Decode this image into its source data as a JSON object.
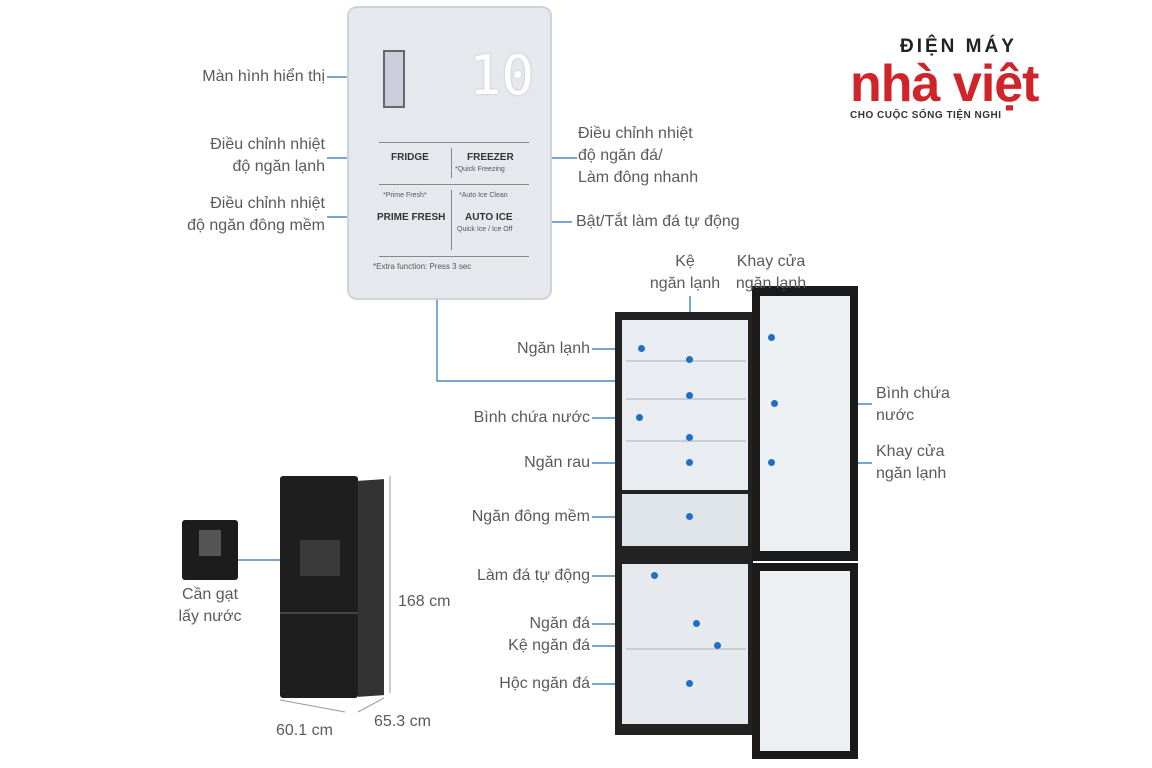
{
  "logo": {
    "top": "ĐIỆN MÁY",
    "main": "nhà việt",
    "sub": "CHO CUỘC SỐNG TIỆN NGHI"
  },
  "panel": {
    "display_digits": "10",
    "fridge": "FRIDGE",
    "freezer": "FREEZER",
    "quick_freezing": "*Quick Freezing",
    "prime_fresh_sub": "*Prime Fresh*",
    "prime_fresh": "PRIME FRESH",
    "auto_ice_clean": "*Auto Ice Clean",
    "auto_ice": "AUTO ICE",
    "quick_ice": "Quick Ice / Ice Off",
    "extra": "*Extra function: Press 3 sec"
  },
  "labels": {
    "display": "Màn hình hiển thị",
    "fridge_temp": [
      "Điều chỉnh nhiệt",
      "độ ngăn lạnh"
    ],
    "prime_temp": [
      "Điều chỉnh nhiệt",
      "độ ngăn đông mềm"
    ],
    "freezer_temp": [
      "Điều chỉnh nhiệt",
      "độ ngăn đá/",
      "Làm đông nhanh"
    ],
    "auto_ice": "Bật/Tắt làm đá tự động",
    "fridge_shelf": [
      "Kệ",
      "ngăn lạnh"
    ],
    "door_tray_top": [
      "Khay cửa",
      "ngăn lạnh"
    ],
    "fridge_comp": "Ngăn lạnh",
    "water_tank_left": "Bình chứa nước",
    "veg": "Ngăn rau",
    "soft_freeze": "Ngăn đông mềm",
    "ice_maker": "Làm đá tự động",
    "freezer_comp": "Ngăn đá",
    "freezer_shelf": "Kệ ngăn đá",
    "freezer_drawer": "Hộc ngăn đá",
    "water_tank_right": [
      "Bình chứa",
      "nước"
    ],
    "door_tray_bottom": [
      "Khay cửa",
      "ngăn lạnh"
    ],
    "lever": [
      "Cần gạt",
      "lấy nước"
    ],
    "height": "168 cm",
    "width": "60.1 cm",
    "depth": "65.3 cm"
  }
}
